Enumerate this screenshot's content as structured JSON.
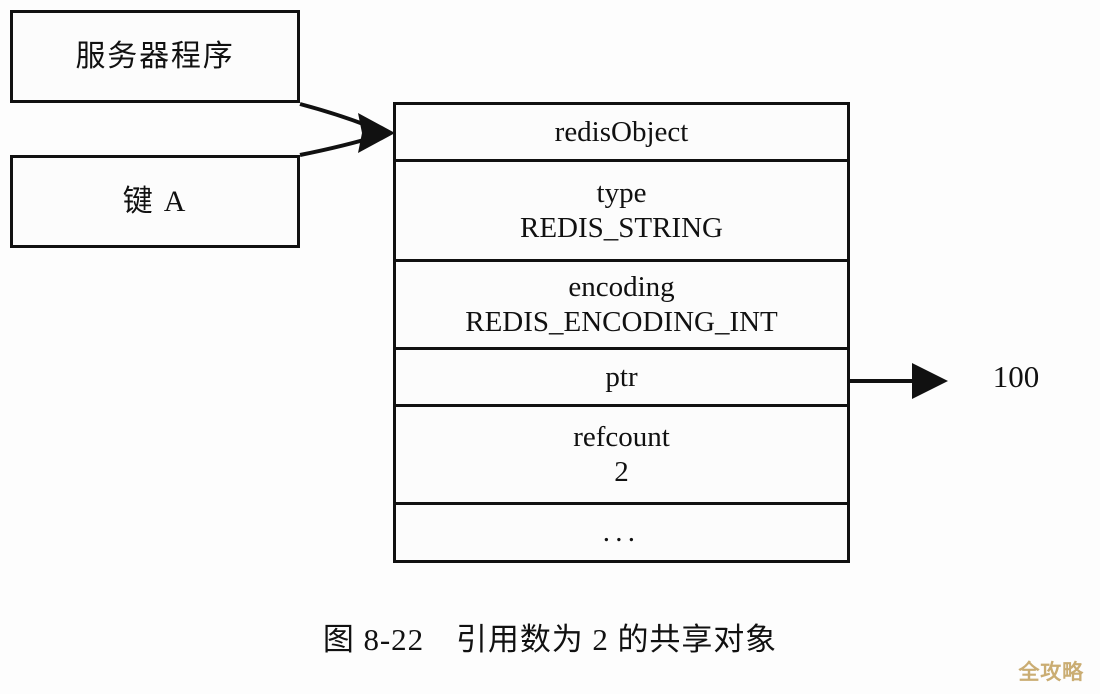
{
  "figure": {
    "caption": "图 8-22　引用数为 2 的共享对象",
    "background_color": "#fdfdfd",
    "line_color": "#111111"
  },
  "left_boxes": [
    {
      "id": "server-program",
      "label": "服务器程序"
    },
    {
      "id": "key-a",
      "label": "键 A"
    }
  ],
  "redis_object": {
    "header": "redisObject",
    "fields": [
      {
        "name": "type",
        "value": "REDIS_STRING"
      },
      {
        "name": "encoding",
        "value": "REDIS_ENCODING_INT"
      },
      {
        "name": "ptr",
        "value": ""
      },
      {
        "name": "refcount",
        "value": "2"
      },
      {
        "name": "...",
        "value": ""
      }
    ]
  },
  "ptr_target": {
    "value": "100"
  },
  "watermark": {
    "text": "全攻略",
    "color": "#c8a96c"
  }
}
